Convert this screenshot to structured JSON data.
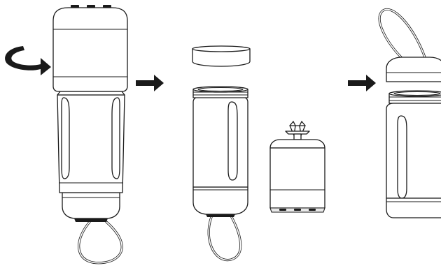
{
  "diagram": {
    "steps": [
      {
        "id": "step-1",
        "description": "twist-off"
      },
      {
        "id": "step-2",
        "description": "disassembled"
      },
      {
        "id": "step-3",
        "description": "cap-attached"
      }
    ],
    "colors": {
      "line": "#1a1a1a",
      "fill": "#ffffff",
      "accent-fill": "#e9e9e9"
    },
    "icons": [
      "rotate-arrow-icon",
      "right-arrow-icon"
    ]
  }
}
